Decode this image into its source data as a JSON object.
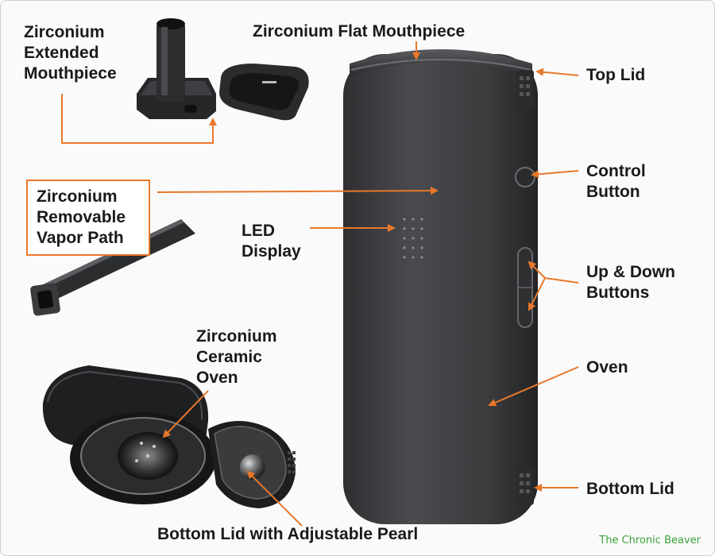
{
  "labels": {
    "extended_mouthpiece": [
      "Zirconium",
      "Extended",
      "Mouthpiece"
    ],
    "flat_mouthpiece": "Zirconium Flat Mouthpiece",
    "top_lid": "Top Lid",
    "vapor_path": [
      "Zirconium",
      "Removable",
      "Vapor Path"
    ],
    "control_button": [
      "Control",
      "Button"
    ],
    "led_display": [
      "LED",
      "Display"
    ],
    "up_down_buttons": [
      "Up & Down",
      "Buttons"
    ],
    "ceramic_oven": [
      "Zirconium",
      "Ceramic",
      "Oven"
    ],
    "oven": "Oven",
    "bottom_lid": "Bottom Lid",
    "bottom_lid_pearl": "Bottom Lid with Adjustable Pearl"
  },
  "credit": "The Chronic Beaver",
  "colors": {
    "arrow": "#e8782a",
    "device": "#3d3e40",
    "text": "#1a1a1a",
    "credit": "#3aa33a"
  }
}
